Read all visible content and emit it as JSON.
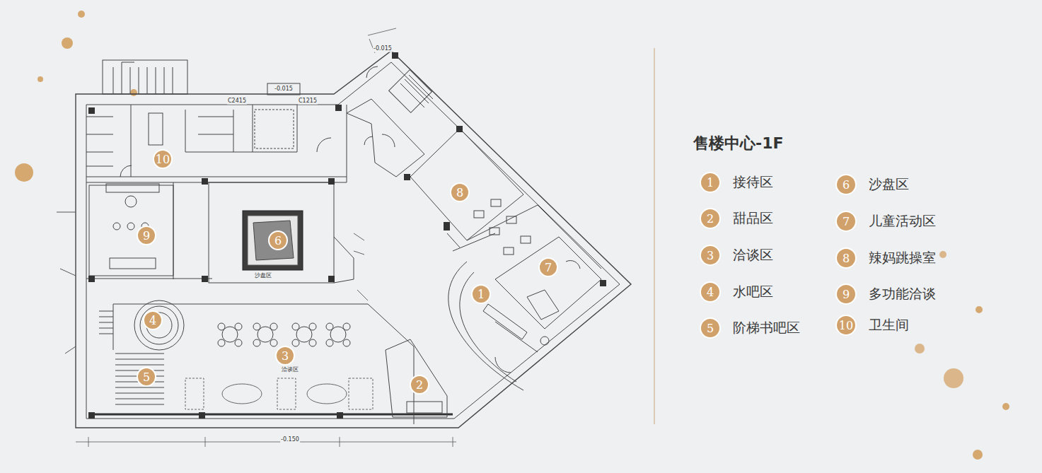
{
  "diagram": {
    "title": "售楼中心-1F",
    "labels": [
      "1",
      "2",
      "3",
      "4",
      "5",
      "6",
      "7",
      "8",
      "9",
      "10",
      "1",
      "2",
      "3",
      "4",
      "5",
      "6",
      "7",
      "8",
      "9",
      "10",
      "C2415",
      "C1215",
      "-0.015",
      "-0.015",
      "-0.150",
      "沙盘区",
      "洽谈区"
    ],
    "legend": [
      {
        "text": "接待区",
        "color": "#d1a16b"
      },
      {
        "text": "甜品区",
        "color": "#d1a16b"
      },
      {
        "text": "洽谈区",
        "color": "#d1a16b"
      },
      {
        "text": "水吧区",
        "color": "#d1a16b"
      },
      {
        "text": "阶梯书吧区",
        "color": "#d1a16b"
      },
      {
        "text": "沙盘区",
        "color": "#d1a16b"
      },
      {
        "text": "儿童活动区",
        "color": "#d1a16b"
      },
      {
        "text": "辣妈跳操室",
        "color": "#d1a16b"
      },
      {
        "text": "多功能洽谈",
        "color": "#d1a16b"
      },
      {
        "text": "卫生间",
        "color": "#d1a16b"
      }
    ]
  }
}
